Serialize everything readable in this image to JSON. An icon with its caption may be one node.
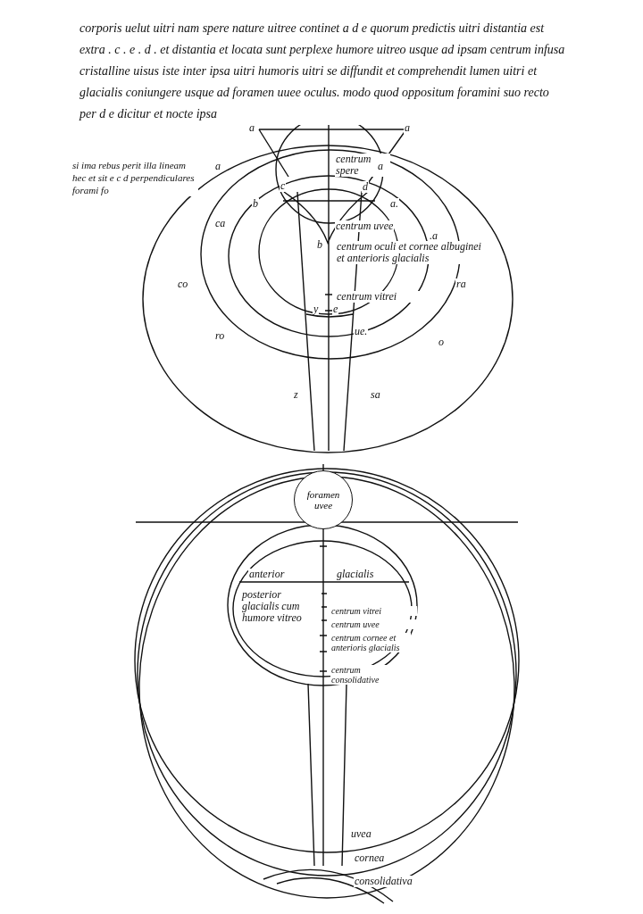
{
  "diagram": {
    "nodes": [
      {
        "text": [
          "foramen uvee"
        ]
      }
    ],
    "labels": [
      "corporis uelut uitri nam spere nature uitree continet a d e quorum predictis uitri distantia est extra . c . e . d . et distantia et locata sunt perplexe humore uitreo usque ad ipsam centrum infusa cristalline uisus iste inter ipsa uitri humoris uitri se diffundit et comprehendit lumen uitri et glacialis coniungere usque ad foramen uuee oculus. modo quod oppositum foramini suo recto per d e dicitur et nocte ipsa",
      "si ima rebus perit illa lineam hec et sit e c d perpendiculares forami fo",
      "a",
      "a",
      "a",
      "centrum spere",
      "a",
      "b",
      "c",
      "d",
      "a.",
      "ca",
      ".a",
      "centrum uvee",
      "b",
      "centrum oculi et cornee albuginei et anterioris glacialis",
      "co",
      "ra",
      "centrum vitrei",
      "y",
      "e",
      "ro",
      "ue.",
      "o",
      "z",
      "sa",
      "anterior",
      "glacialis",
      "posterior glacialis cum humore vitreo",
      "centrum vitrei",
      "centrum uvee",
      "centrum cornee et anterioris glacialis",
      "centrum consolidative",
      "uvea",
      "cornea",
      "consolidativa"
    ]
  }
}
